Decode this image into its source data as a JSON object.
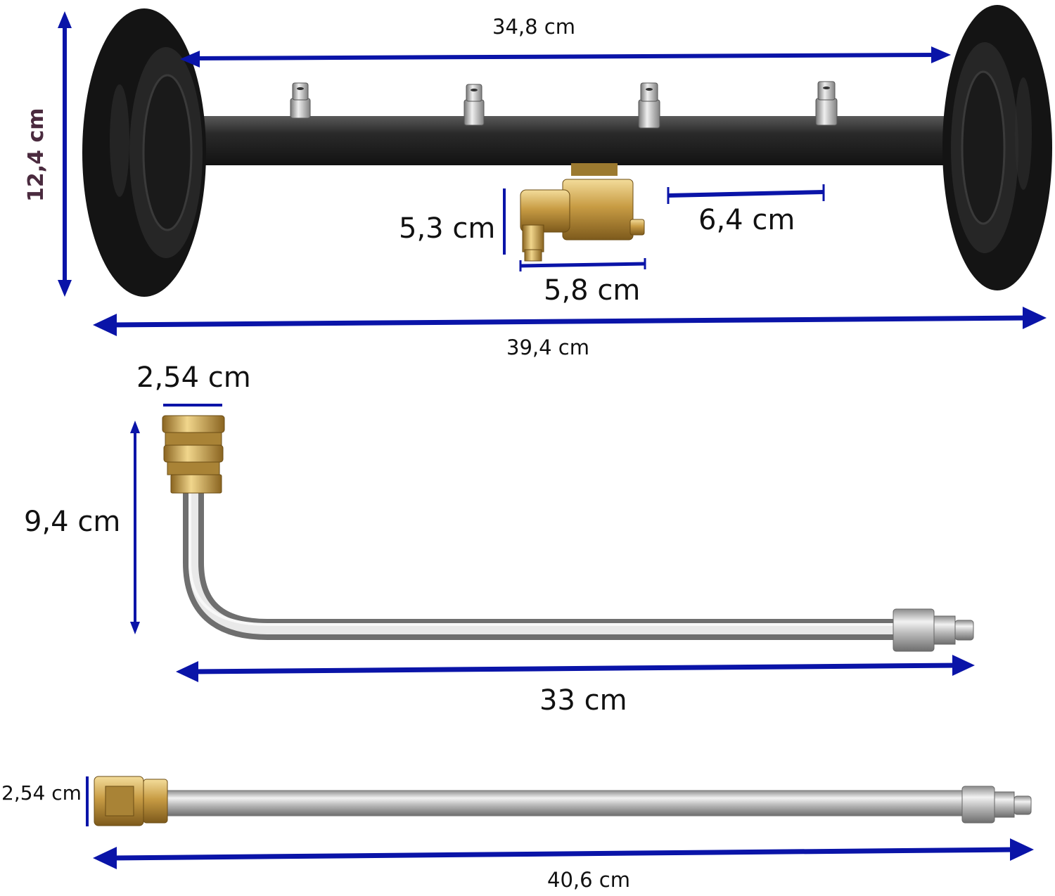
{
  "palette": {
    "arrow": "#0a14a8",
    "wheel": "#161616",
    "bar": "#1e1e1e",
    "brass": "#c9a451",
    "steel": "#b8b8b8",
    "vertical_label": "#4a2a3e"
  },
  "components": {
    "undercarriage_cleaner": {
      "width_between_wheels": "34,8 cm",
      "height": "12,4 cm",
      "inlet_height": "5,3 cm",
      "inlet_width": "5,8 cm",
      "nozzle_spacing": "6,4 cm",
      "overall_width": "39,4 cm"
    },
    "curved_wand": {
      "coupler_width": "2,54 cm",
      "height": "9,4 cm",
      "length": "33 cm"
    },
    "straight_wand": {
      "coupler_width": "2,54 cm",
      "length": "40,6 cm"
    }
  },
  "icons": [
    "wheel-icon",
    "nozzle-icon",
    "brass-coupler-icon",
    "quick-connect-plug-icon"
  ]
}
